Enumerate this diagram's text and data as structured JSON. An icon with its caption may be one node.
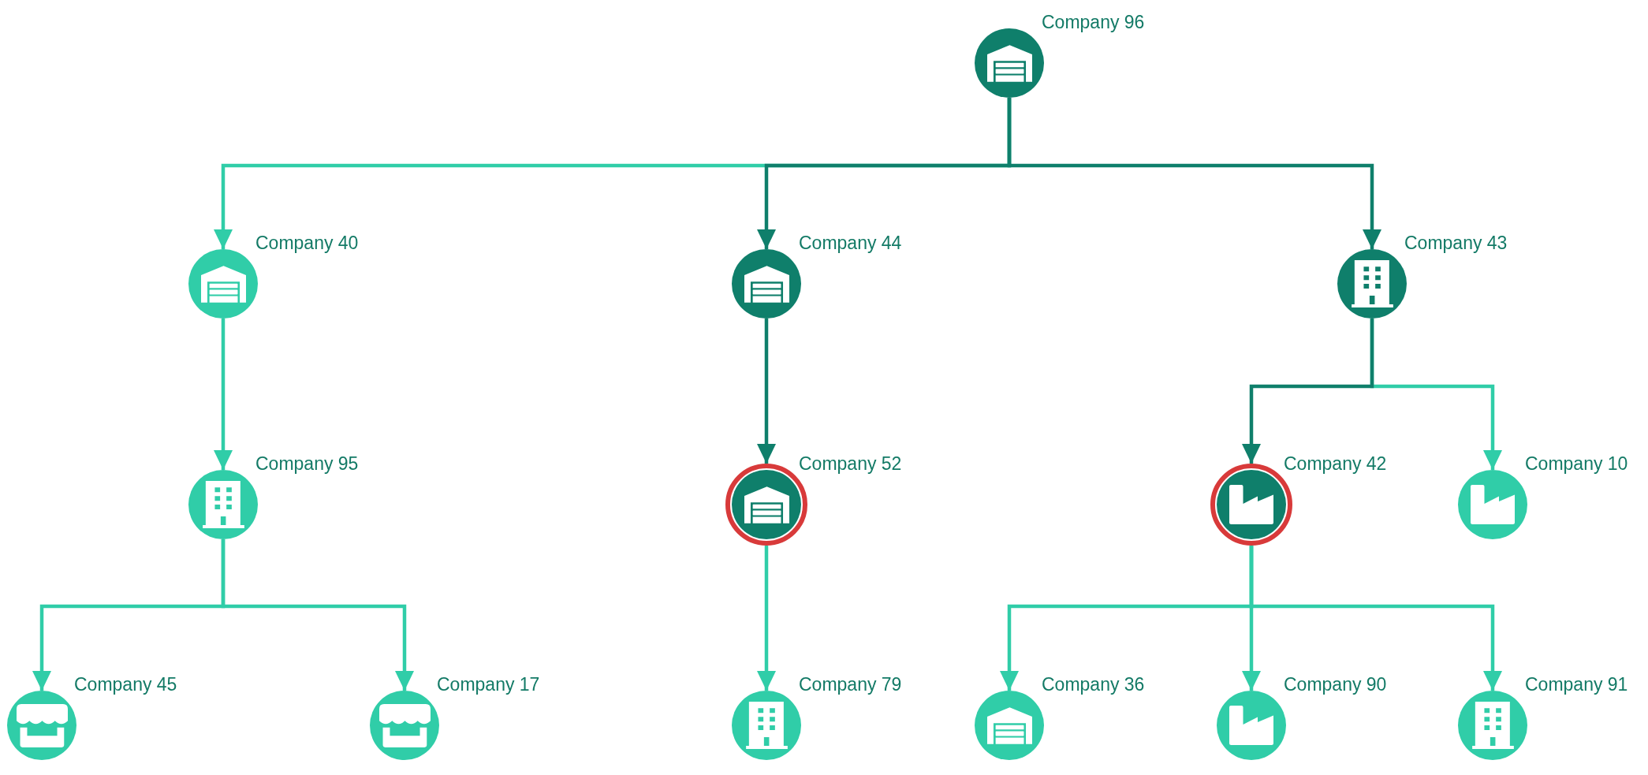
{
  "diagram": {
    "nodes": [
      {
        "text": [
          "Company 96"
        ]
      },
      {
        "text": [
          "Company 40"
        ]
      },
      {
        "text": [
          "Company 44"
        ]
      },
      {
        "text": [
          "Company 43"
        ]
      },
      {
        "text": [
          "Company 95"
        ]
      },
      {
        "text": [
          "Company 52"
        ]
      },
      {
        "text": [
          "Company 42"
        ]
      },
      {
        "text": [
          "Company 10"
        ]
      },
      {
        "text": [
          "Company 45"
        ]
      },
      {
        "text": [
          "Company 17"
        ]
      },
      {
        "text": [
          "Company 79"
        ]
      },
      {
        "text": [
          "Company 36"
        ]
      },
      {
        "text": [
          "Company 90"
        ]
      },
      {
        "text": [
          "Company 91"
        ]
      }
    ],
    "edges": [
      {
        "from": 0,
        "to": 1,
        "arrow": "to"
      },
      {
        "from": 0,
        "to": 2,
        "arrow": "to",
        "color": "#0f7f6b"
      },
      {
        "from": 0,
        "to": 3,
        "arrow": "to",
        "color": "#0f7f6b"
      },
      {
        "from": 1,
        "to": 4,
        "arrow": "to"
      },
      {
        "from": 2,
        "to": 5,
        "arrow": "to",
        "color": "#0f7f6b"
      },
      {
        "from": 3,
        "to": 6,
        "arrow": "to",
        "color": "#0f7f6b"
      },
      {
        "from": 3,
        "to": 7,
        "arrow": "to"
      },
      {
        "from": 4,
        "to": 8,
        "arrow": "to"
      },
      {
        "from": 4,
        "to": 9,
        "arrow": "to"
      },
      {
        "from": 5,
        "to": 10,
        "arrow": "to"
      },
      {
        "from": 6,
        "to": 11,
        "arrow": "to"
      },
      {
        "from": 6,
        "to": 12,
        "arrow": "to"
      },
      {
        "from": 6,
        "to": 13,
        "arrow": "to"
      }
    ]
  }
}
